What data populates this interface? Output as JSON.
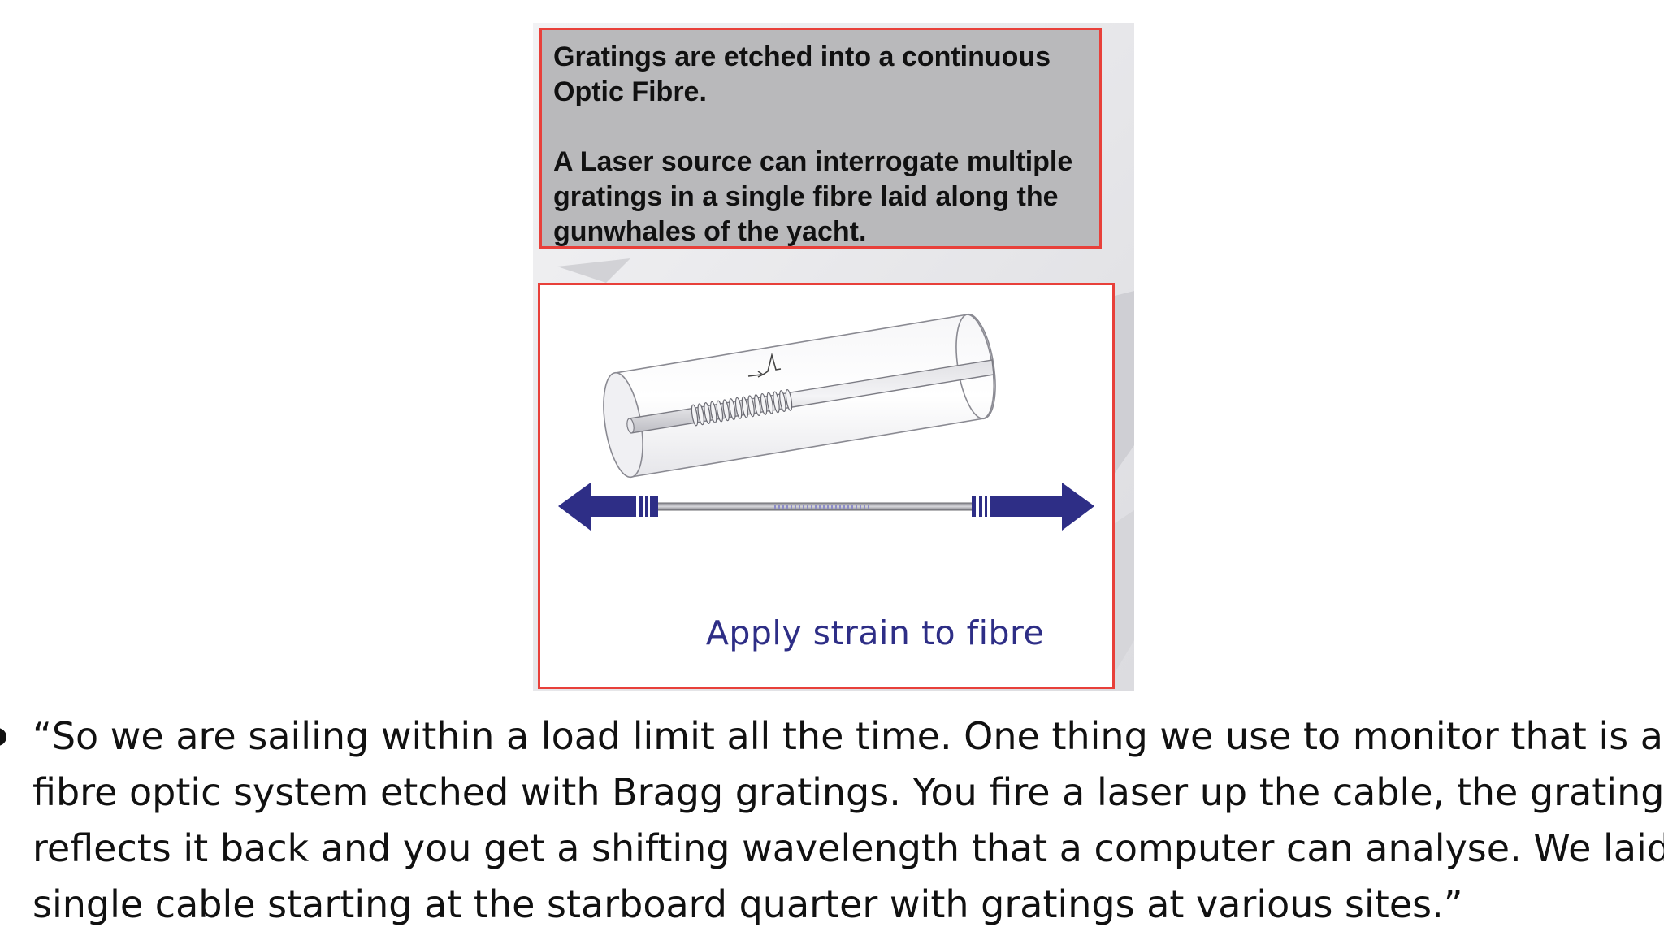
{
  "info_box": {
    "paragraph_1": "Gratings are etched into a continuous Optic Fibre.",
    "paragraph_2": "A Laser source can interrogate multiple gratings in a single fibre laid along the gunwhales of the yacht."
  },
  "diagram": {
    "strain_label": "Apply strain to fibre",
    "arrow_color": "#2e2e86",
    "frame_color": "#e8403a"
  },
  "quote": {
    "lines": [
      "“So we are sailing within a load limit all the time. One thing we use to monitor that is a",
      "fibre optic system etched with Bragg gratings. You fire a laser up the cable, the grating",
      "reflects it back and you get a shifting wavelength that a computer can analyse. We laid a",
      "single cable starting at the starboard quarter with gratings at various sites.”"
    ]
  }
}
